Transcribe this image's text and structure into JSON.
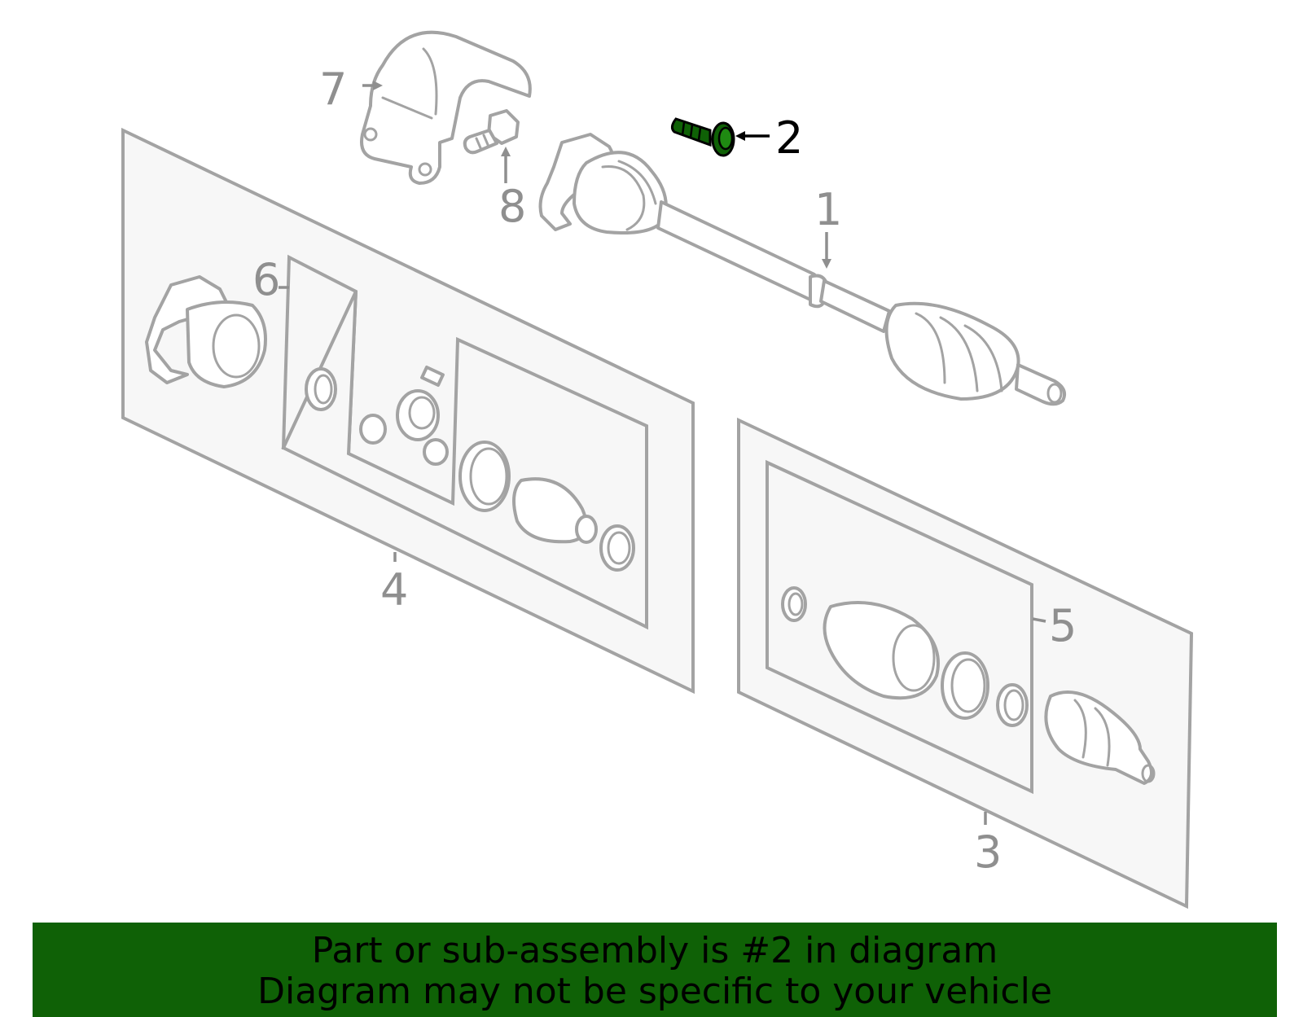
{
  "callouts": {
    "c1": "1",
    "c2": "2",
    "c3": "3",
    "c4": "4",
    "c5": "5",
    "c6": "6",
    "c7": "7",
    "c8": "8"
  },
  "highlight_part": "2",
  "colors": {
    "highlight": "#0f6106",
    "line": "#a3a3a3",
    "panel": "#f7f7f7",
    "footer_bg": "#0f6106"
  },
  "footer": {
    "line1": "Part or sub-assembly is #2 in diagram",
    "line2": "Diagram may not be specific to your vehicle"
  }
}
